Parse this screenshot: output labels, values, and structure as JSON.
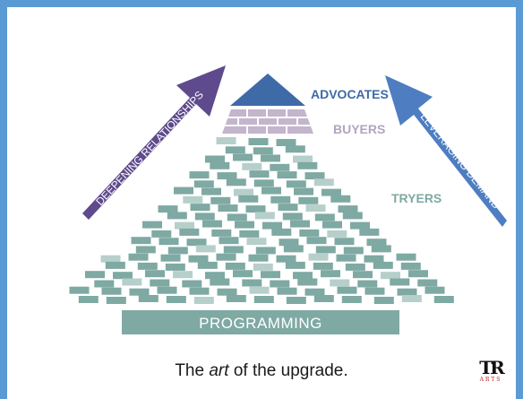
{
  "diagram": {
    "apex_label": "ADVOCATES",
    "middle_label": "BUYERS",
    "lower_label": "TRYERS",
    "base_label": "PROGRAMMING",
    "left_arrow_label": "DEEPENING RELATIONSHIPS",
    "right_arrow_label": "LEVERAGING DEMAND",
    "colors": {
      "frame": "#5b9bd5",
      "apex": "#3e6aa8",
      "buyers": "#c2b5cc",
      "tryers": "#7fa9a3",
      "tryers_light": "#b6cfcb",
      "base": "#7fa9a3",
      "left_arrow": "#5e4a8c",
      "right_arrow": "#4e7ec1"
    }
  },
  "caption": {
    "pre": "The ",
    "em": "art",
    "post": " of the upgrade."
  },
  "logo": {
    "monogram": "TR",
    "sub": "ARTS"
  }
}
